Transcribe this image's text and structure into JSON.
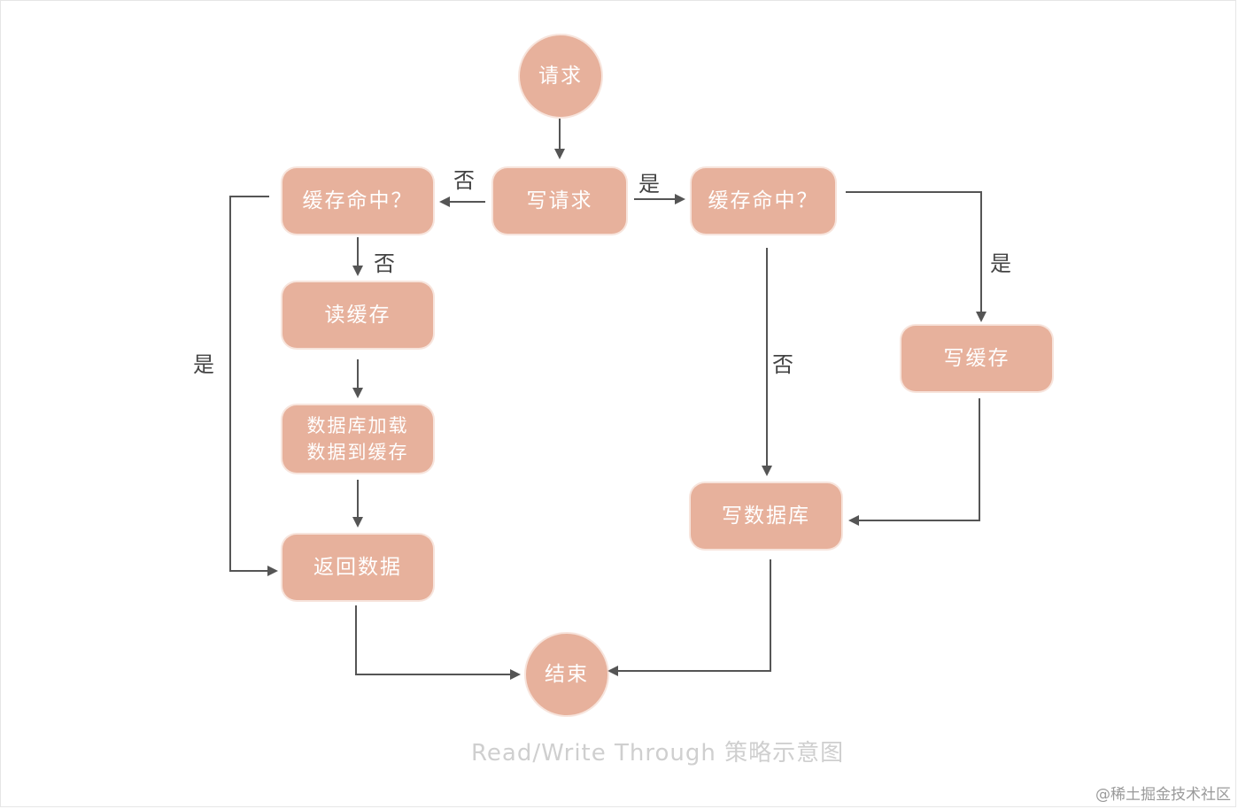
{
  "nodes": {
    "start": "请求",
    "write_request": "写请求",
    "cache_hit_left": "缓存命中？",
    "read_cache": "读缓存",
    "db_load": "数据库加载\n数据到缓存",
    "return_data": "返回数据",
    "end": "结束",
    "cache_hit_right": "缓存命中？",
    "write_cache": "写缓存",
    "write_db": "写数据库"
  },
  "edge_labels": {
    "write_to_left": "否",
    "write_to_right": "是",
    "left_miss": "否",
    "left_hit": "是",
    "right_hit": "是",
    "right_miss": "否"
  },
  "caption": "Read/Write Through 策略示意图",
  "watermark": "@稀土掘金技术社区",
  "colors": {
    "node_fill": "#e7b19c",
    "node_text": "#ffffff",
    "edge": "#555555",
    "caption": "#cfcfcf"
  }
}
